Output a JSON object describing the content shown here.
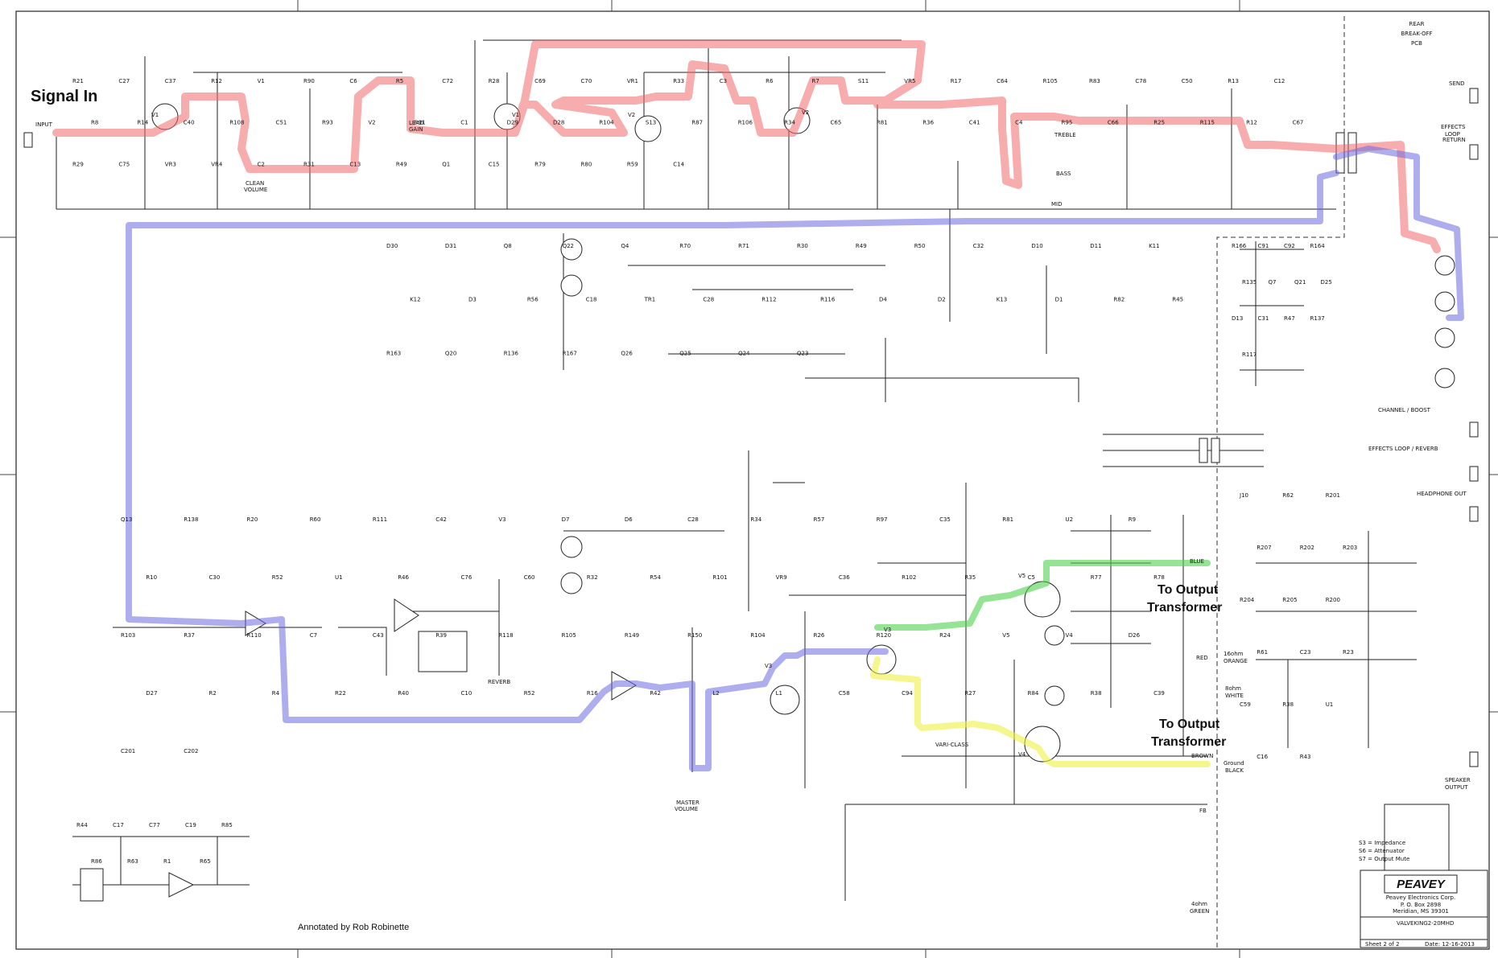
{
  "annotations": {
    "signal_in": "Signal In",
    "to_output_1": [
      "To Output",
      "Transformer"
    ],
    "to_output_2": [
      "To Output",
      "Transformer"
    ],
    "annotated_by": "Annotated by Rob Robinette"
  },
  "board": {
    "rear_pcb": [
      "REAR",
      "BREAK-OFF",
      "PCB"
    ]
  },
  "connectors": {
    "input": "INPUT",
    "send": "SEND",
    "effects_loop": [
      "EFFECTS",
      "LOOP"
    ],
    "return": "RETURN",
    "channel_boost": "CHANNEL / BOOST",
    "effects_reverb": "EFFECTS LOOP / REVERB",
    "headphone_out": "HEADPHONE OUT",
    "speaker_output": [
      "SPEAKER",
      "OUTPUT"
    ]
  },
  "outputs": {
    "blue": "BLUE",
    "red": "RED",
    "brown": "BROWN",
    "fb": "FB",
    "ohm16_orange": [
      "16ohm",
      "ORANGE"
    ],
    "ohm8_white": [
      "8ohm",
      "WHITE"
    ],
    "ground_black": [
      "Ground",
      "BLACK"
    ],
    "ohm4_green": [
      "4ohm",
      "GREEN"
    ]
  },
  "controls": {
    "clean_volume": [
      "CLEAN",
      "VOLUME"
    ],
    "lead_gain": [
      "LEAD",
      "GAIN"
    ],
    "reverb": "REVERB",
    "master_volume": [
      "MASTER",
      "VOLUME"
    ],
    "vari_class": "VARI-CLASS",
    "mid": "MID",
    "bass": "BASS",
    "treble": "TREBLE"
  },
  "tubes": [
    "V1",
    "V1",
    "V2",
    "V2",
    "V3",
    "V3",
    "V4",
    "V5"
  ],
  "legend": [
    "S3 = Impedance",
    "S6 = Attenuator",
    "S7 = Output Mute"
  ],
  "title_block": {
    "company": "Peavey Electronics Corp.",
    "address": [
      "P. O. Box 2898",
      "Meridian, MS 39301"
    ],
    "title": "VALVEKING2-20MHD",
    "sheet": "Sheet 2 of 2",
    "date": "Date: 12-16-2013"
  },
  "highlight_colors": {
    "preamp_path": "#f06a6a",
    "return_path": "#6c6ce0",
    "phase_inverter_top": "#4fd24f",
    "phase_inverter_bottom": "#f0f044"
  },
  "component_labels": [
    "R21",
    "C27",
    "C37",
    "R12",
    "V1",
    "R90",
    "C6",
    "R5",
    "C72",
    "R28",
    "C69",
    "C70",
    "VR1",
    "R33",
    "C3",
    "R6",
    "R7",
    "S11",
    "VR5",
    "R17",
    "C64",
    "R105",
    "R83",
    "C78",
    "C50",
    "R13",
    "C12",
    "R8",
    "R14",
    "C40",
    "R108",
    "C51",
    "R93",
    "V2",
    "R91",
    "C1",
    "D29",
    "D28",
    "R104",
    "S13",
    "R87",
    "R106",
    "R34",
    "C65",
    "R81",
    "R36",
    "C41",
    "C4",
    "R95",
    "C66",
    "R25",
    "R115",
    "R12",
    "C67",
    "R29",
    "C75",
    "VR3",
    "VR4",
    "C2",
    "R31",
    "C13",
    "R49",
    "Q1",
    "C15",
    "R79",
    "R80",
    "R59",
    "C14",
    "D30",
    "D31",
    "Q8",
    "Q22",
    "Q4",
    "R70",
    "R71",
    "R30",
    "R49",
    "R50",
    "C32",
    "D10",
    "D11",
    "K11",
    "K12",
    "D3",
    "R56",
    "C18",
    "TR1",
    "C28",
    "R112",
    "R116",
    "D4",
    "D2",
    "K13",
    "D1",
    "R82",
    "R45",
    "R163",
    "Q20",
    "R136",
    "R167",
    "Q26",
    "Q25",
    "Q24",
    "Q23",
    "R166",
    "C91",
    "C92",
    "R164",
    "R135",
    "Q7",
    "Q21",
    "D25",
    "D13",
    "C31",
    "R47",
    "R137",
    "R117",
    "Q13",
    "R138",
    "R20",
    "R60",
    "R111",
    "C42",
    "V3",
    "D7",
    "D6",
    "C28",
    "R34",
    "R57",
    "R97",
    "C35",
    "R81",
    "U2",
    "R9",
    "R10",
    "C30",
    "R52",
    "U1",
    "R46",
    "C76",
    "C60",
    "R32",
    "R54",
    "R101",
    "VR9",
    "C36",
    "R102",
    "R35",
    "C5",
    "R77",
    "R78",
    "R103",
    "R37",
    "R110",
    "C7",
    "C43",
    "R39",
    "R118",
    "R105",
    "R149",
    "R150",
    "R104",
    "R26",
    "R120",
    "R24",
    "V5",
    "V4",
    "D26",
    "D27",
    "R2",
    "R4",
    "R22",
    "R40",
    "C10",
    "R52",
    "R16",
    "R42",
    "L2",
    "L1",
    "C58",
    "C94",
    "R27",
    "R84",
    "R38",
    "C39",
    "C201",
    "C202",
    "J10",
    "R62",
    "R201",
    "R207",
    "R202",
    "R203",
    "R204",
    "R205",
    "R200",
    "R61",
    "C23",
    "R23",
    "C59",
    "R38",
    "U1",
    "C16",
    "R43",
    "R44",
    "C17",
    "C77",
    "C19",
    "R85",
    "R86",
    "R63",
    "R1",
    "R65"
  ]
}
